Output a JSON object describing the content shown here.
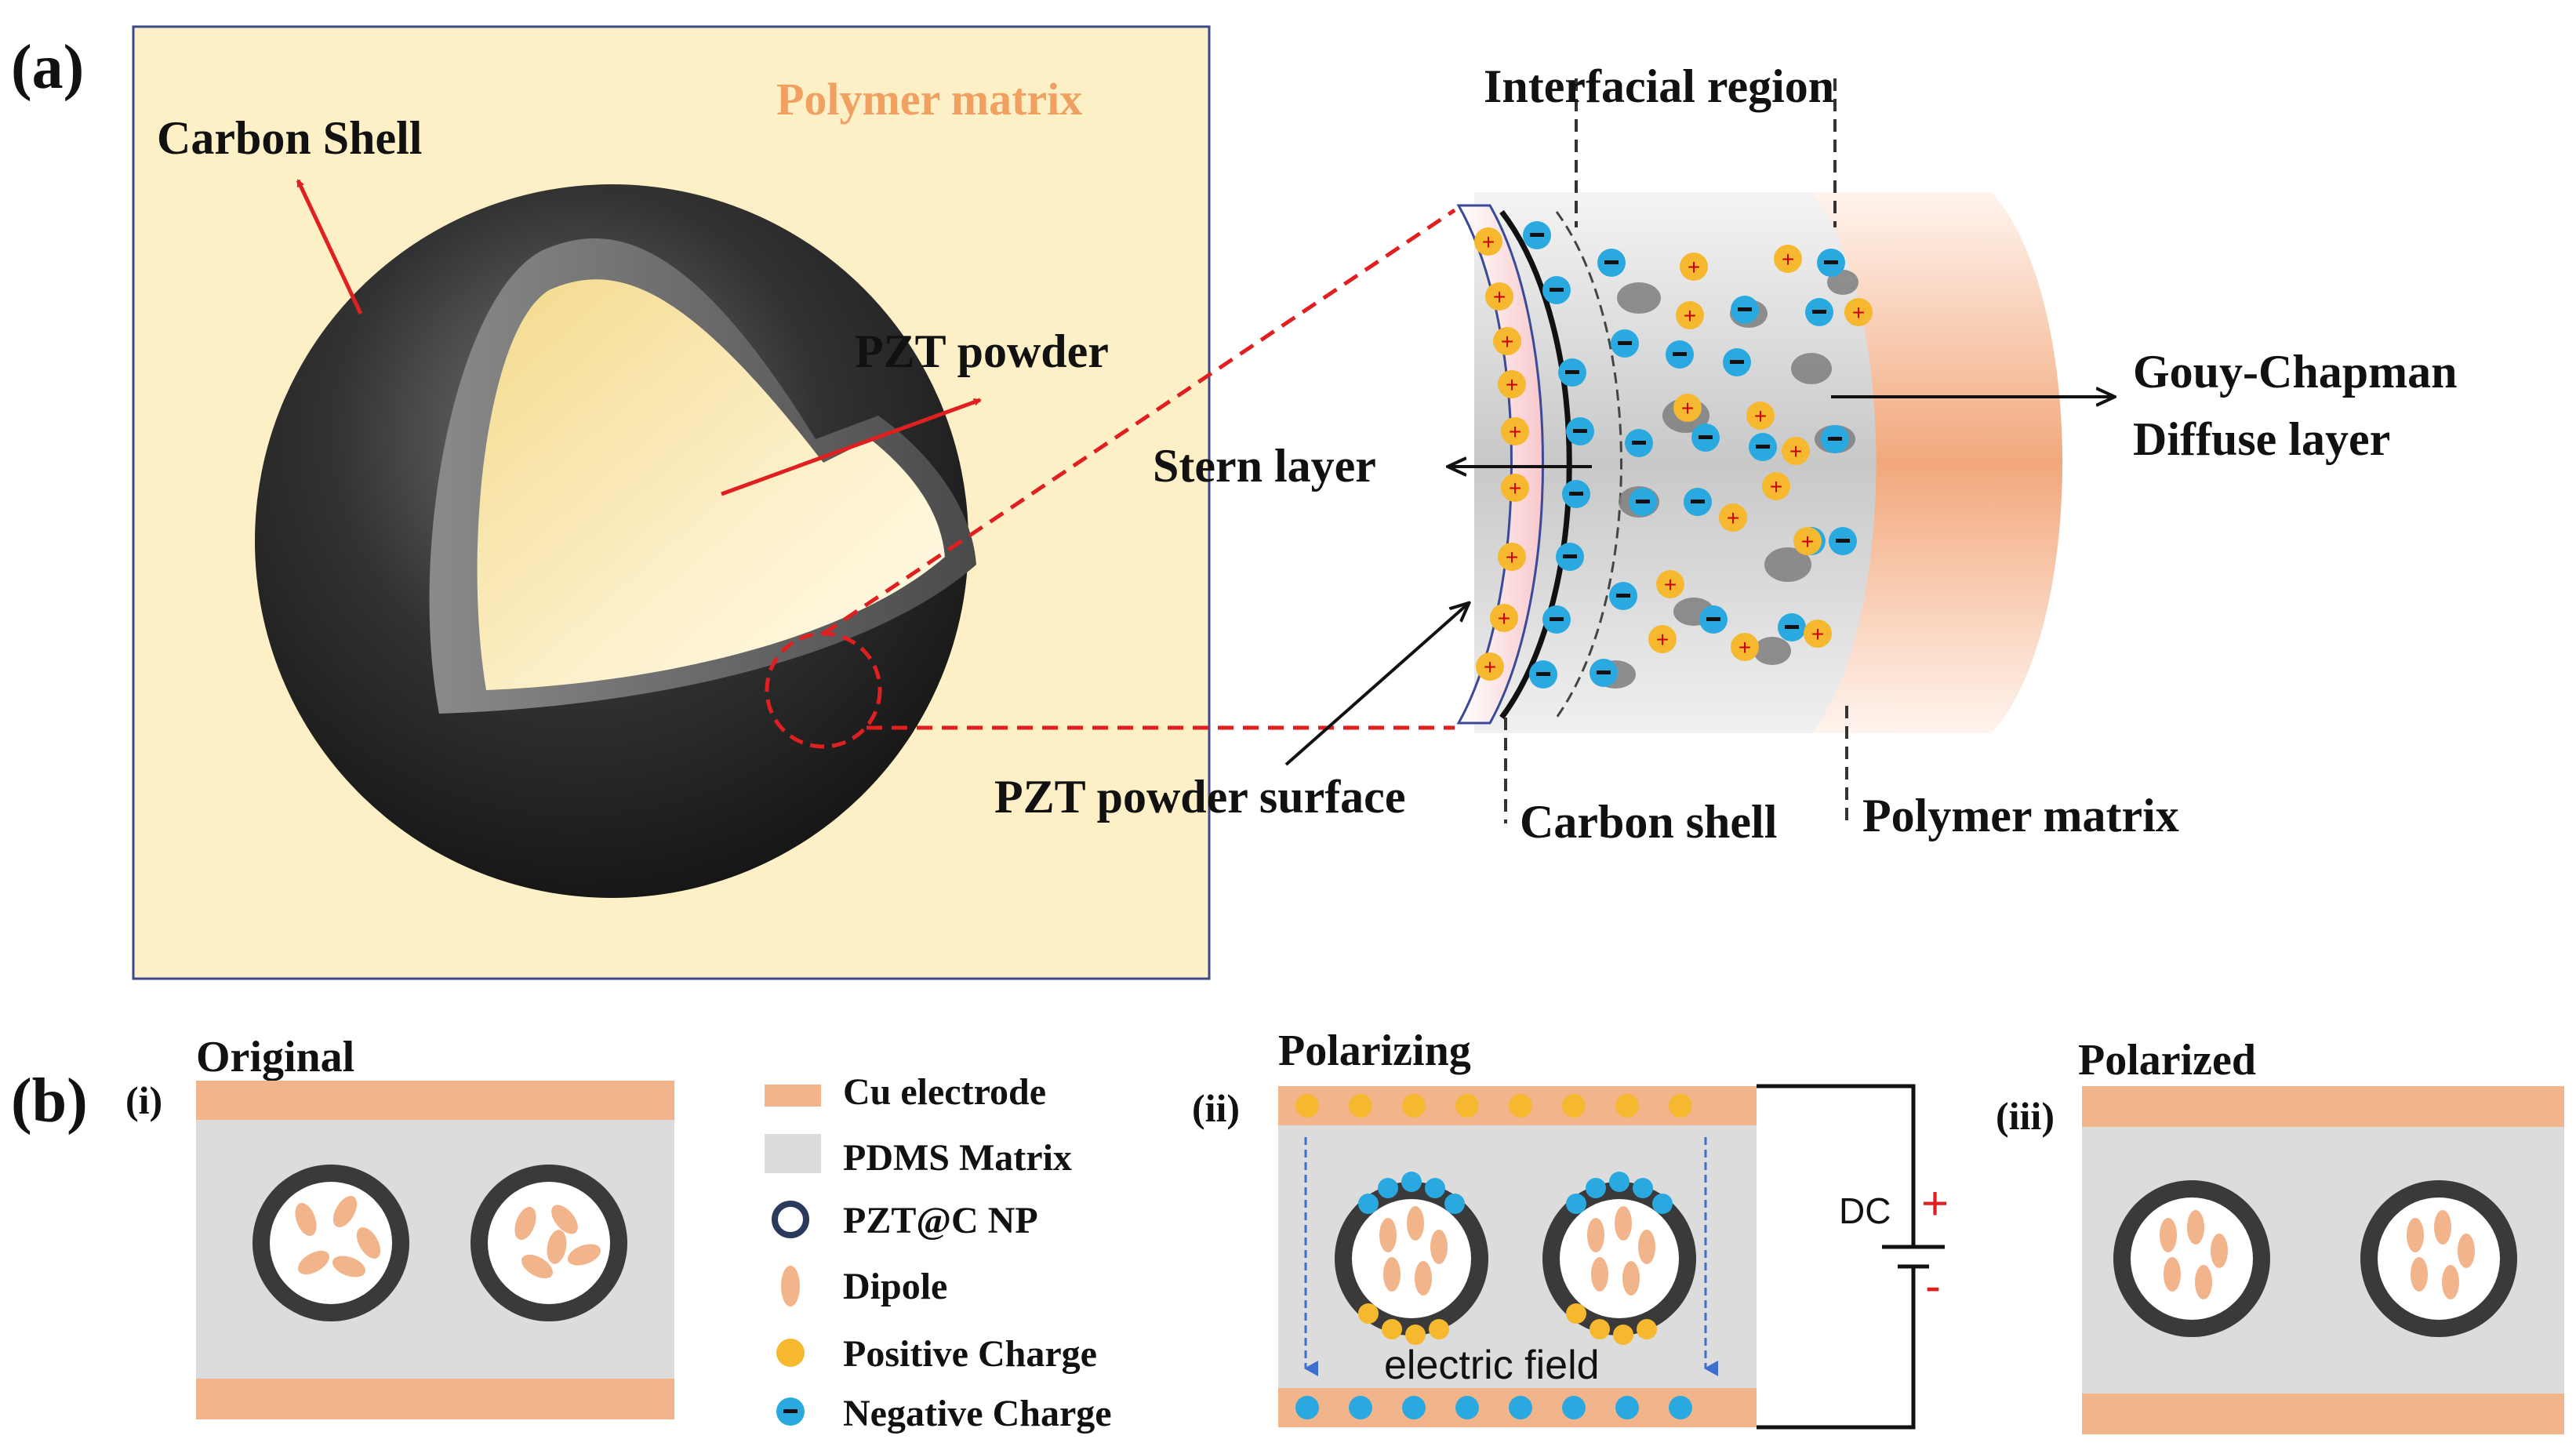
{
  "panel_a": {
    "label": "(a)",
    "polymer_matrix": "Polymer matrix",
    "carbon_shell": "Carbon Shell",
    "pzt_powder": "PZT powder",
    "interfacial_region": "Interfacial region",
    "stern_layer": "Stern layer",
    "gouy_chapman_1": "Gouy-Chapman",
    "gouy_chapman_2": "Diffuse layer",
    "pzt_powder_surface": "PZT powder surface",
    "carbon_shell_bottom": "Carbon shell",
    "polymer_matrix_bottom": "Polymer matrix"
  },
  "panel_b": {
    "label": "(b)",
    "sub_i": "(i)",
    "sub_ii": "(ii)",
    "sub_iii": "(iii)",
    "original": "Original",
    "polarizing": "Polarizing",
    "polarized": "Polarized",
    "legend": {
      "cu": "Cu electrode",
      "pdms": "PDMS Matrix",
      "np": "PZT@C NP",
      "dipole": "Dipole",
      "pos": "Positive Charge",
      "neg": "Negative Charge"
    },
    "dc": "DC",
    "plus": "+",
    "minus": "-",
    "electric_field": "electric field"
  },
  "colors": {
    "polymer_bg": "#fdf0c6",
    "shell": "#2b2b2b",
    "core": "#fbe9b3",
    "electrode": "#f2b48a",
    "pdms": "#dcdcdc",
    "positive": "#f5b82e",
    "negative": "#29a9e0",
    "dashed_red": "#e02020",
    "orange_text": "#f0a060"
  }
}
